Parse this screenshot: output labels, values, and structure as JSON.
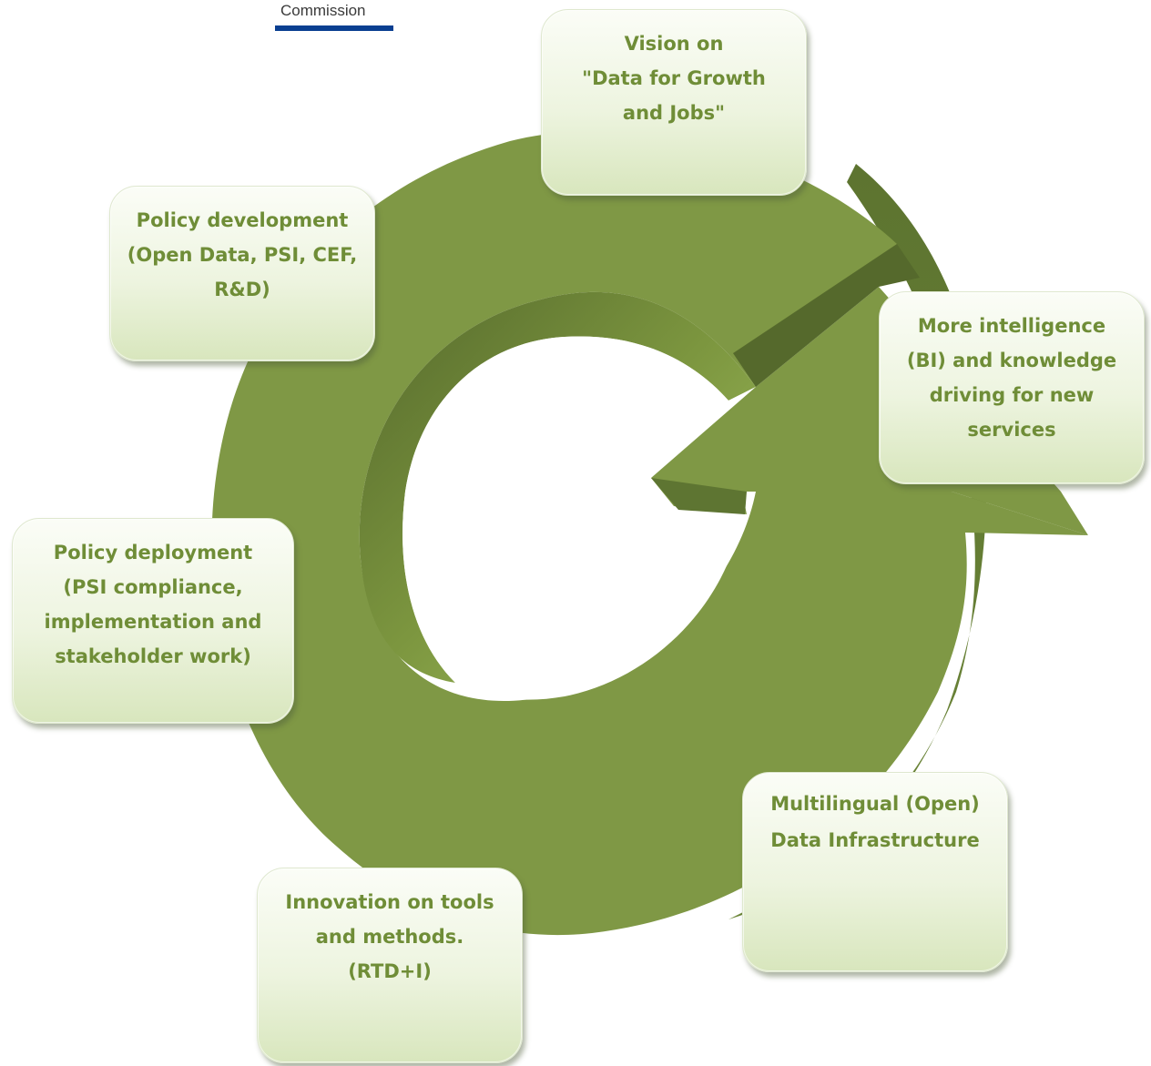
{
  "header": {
    "logo_text": "Commission",
    "logo_bar_color": "#0a3f91"
  },
  "diagram": {
    "cycle_color": "#7f9845",
    "text_color": "#6f8d37",
    "boxes": {
      "vision": [
        "Vision on",
        "\"Data for Growth",
        "and Jobs\""
      ],
      "policy_development": [
        "Policy development",
        "(Open Data, PSI, CEF,",
        "R&D)"
      ],
      "intelligence": [
        "More intelligence",
        "(BI) and knowledge",
        "driving for new",
        "services"
      ],
      "policy_deployment": [
        "Policy deployment",
        "(PSI compliance,",
        "implementation and",
        "stakeholder work)"
      ],
      "multilingual": [
        "Multilingual (Open)",
        "Data Infrastructure"
      ],
      "innovation": [
        "Innovation on tools",
        "and methods.",
        "(RTD+I)"
      ]
    }
  }
}
